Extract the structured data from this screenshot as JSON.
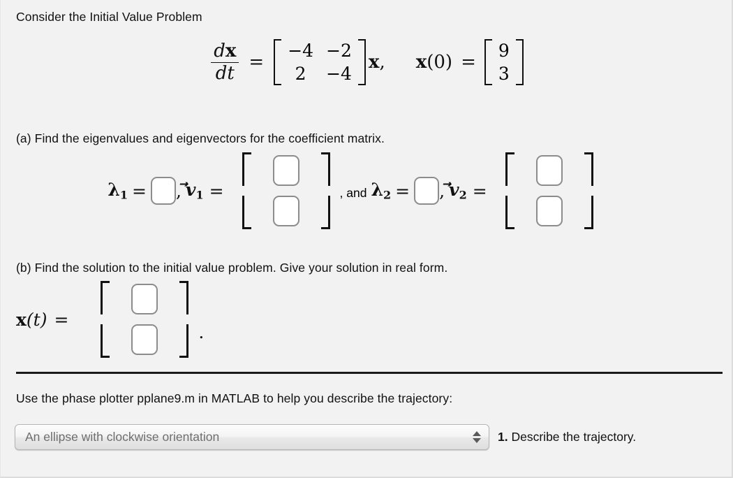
{
  "intro": {
    "text": "Consider the Initial Value Problem"
  },
  "equation": {
    "dx": "dx",
    "dt": "dt",
    "equals": "=",
    "matrix": [
      [
        "−4",
        "−2"
      ],
      [
        "2",
        "−4"
      ]
    ],
    "x_bold": "x",
    "comma": ",",
    "x0_label": "x(0)",
    "equals2": "=",
    "initial_vector": [
      "9",
      "3"
    ]
  },
  "part_a": {
    "prompt": "(a) Find the eigenvalues and eigenvectors for the coefficient matrix.",
    "lambda1": "λ",
    "lambda1_sub": "1",
    "equals1": "=",
    "comma1": ",",
    "v1": "⃗v",
    "v1_sub": "1",
    "equals_v1": "=",
    "connector": ", and",
    "lambda2": "λ",
    "lambda2_sub": "2",
    "equals2": "=",
    "comma2": ",",
    "v2": "⃗v",
    "v2_sub": "2",
    "equals_v2": "="
  },
  "part_b": {
    "prompt": "(b) Find the solution to the initial value problem. Give your solution in real form.",
    "xt_label": "x(t)",
    "equals": "=",
    "period": "."
  },
  "phase": {
    "prompt": "Use the phase plotter pplane9.m in MATLAB to help you describe the trajectory:",
    "select_value": "An ellipse with clockwise orientation",
    "question_number": "1.",
    "question_text": "Describe the trajectory."
  },
  "colors": {
    "background": "#f2f2f2",
    "text": "#111111",
    "input_border": "#8c8c8c",
    "input_fill": "#ffffff",
    "divider": "#1a1a1a",
    "select_text": "#6e6e6e"
  }
}
